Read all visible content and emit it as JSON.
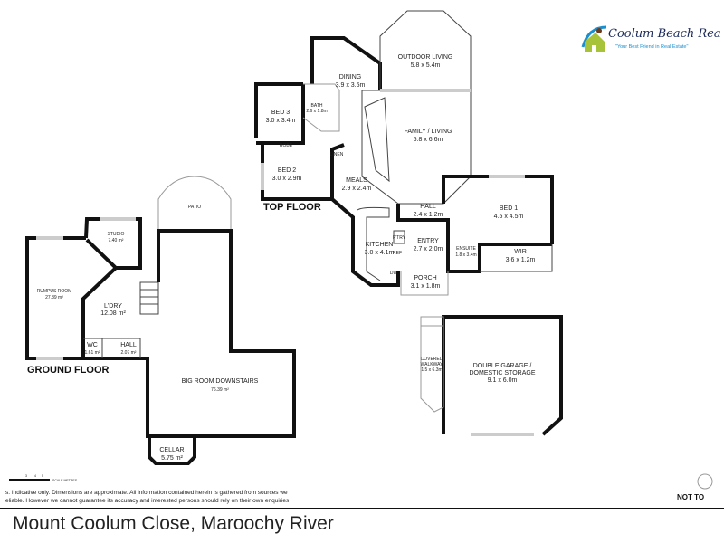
{
  "logo": {
    "name": "Coolum Beach Rea",
    "tagline": "\"Your Best Friend in Real Estate\"",
    "colors": {
      "navy": "#1b2a5a",
      "teal": "#1a8fd0",
      "green": "#a6c33a"
    }
  },
  "top_floor": {
    "label": "TOP FLOOR",
    "rooms": [
      {
        "name": "OUTDOOR LIVING",
        "size": "5.8 x 5.4m"
      },
      {
        "name": "DINING",
        "size": "3.9 x 3.5m"
      },
      {
        "name": "BED 3",
        "size": "3.0 x 3.4m"
      },
      {
        "name": "BATH",
        "size": "2.6 x 1.8m"
      },
      {
        "name": "FAMILY / LIVING",
        "size": "5.8 x 6.6m"
      },
      {
        "name": "ROBE",
        "size": ""
      },
      {
        "name": "LINEN",
        "size": ""
      },
      {
        "name": "BED 2",
        "size": "3.0 x 2.9m"
      },
      {
        "name": "MEALS",
        "size": "2.9 x 2.4m"
      },
      {
        "name": "HALL",
        "size": "2.4 x 1.2m"
      },
      {
        "name": "BED 1",
        "size": "4.5 x 4.5m"
      },
      {
        "name": "KITCHEN",
        "size": "3.0 x 4.1m"
      },
      {
        "name": "ENTRY",
        "size": "2.7 x 2.0m"
      },
      {
        "name": "ENSUITE",
        "size": "1.8 x 3.4m"
      },
      {
        "name": "WIR",
        "size": "3.6 x 1.2m"
      },
      {
        "name": "PORCH",
        "size": "3.1 x 1.8m"
      }
    ],
    "fixtures": {
      "pantry": "P'TRY",
      "fridge": "REF",
      "dishwasher": "DW"
    }
  },
  "garage": {
    "rooms": [
      {
        "name": "DOUBLE GARAGE / DOMESTIC STORAGE",
        "line1": "DOUBLE GARAGE /",
        "line2": "DOMESTIC STORAGE",
        "size": "9.1 x 6.0m"
      },
      {
        "name": "COVERED WALKWAY",
        "line1": "COVERED",
        "line2": "WALKWAY",
        "size": "1.5 x 6.3m"
      }
    ]
  },
  "ground_floor": {
    "label": "GROUND FLOOR",
    "rooms": [
      {
        "name": "PATIO",
        "size": ""
      },
      {
        "name": "STUDIO",
        "size": "7.40 m²"
      },
      {
        "name": "RUMPUS ROOM",
        "size": "27.39 m²"
      },
      {
        "name": "L'DRY",
        "size": "12.08 m²"
      },
      {
        "name": "WC",
        "size": "1.61 m²"
      },
      {
        "name": "HALL",
        "size": "2.07 m²"
      },
      {
        "name": "BIG ROOM DOWNSTAIRS",
        "size": "76.39 m²"
      },
      {
        "name": "CELLAR",
        "size": "5.75 m²"
      }
    ]
  },
  "scale": {
    "ticks": [
      "1",
      "2",
      "3",
      "4",
      "5"
    ],
    "label": "SCALE METRES"
  },
  "disclaimer": {
    "line1": "s. Indicative only. Dimensions are approximate. All information contained herein is gathered from sources we",
    "line2": "eliable. However we cannot guarantee its accuracy and interested persons should rely on their own enquiries"
  },
  "not_to_scale": "NOT TO",
  "address": "Mount Coolum Close, Maroochy River"
}
